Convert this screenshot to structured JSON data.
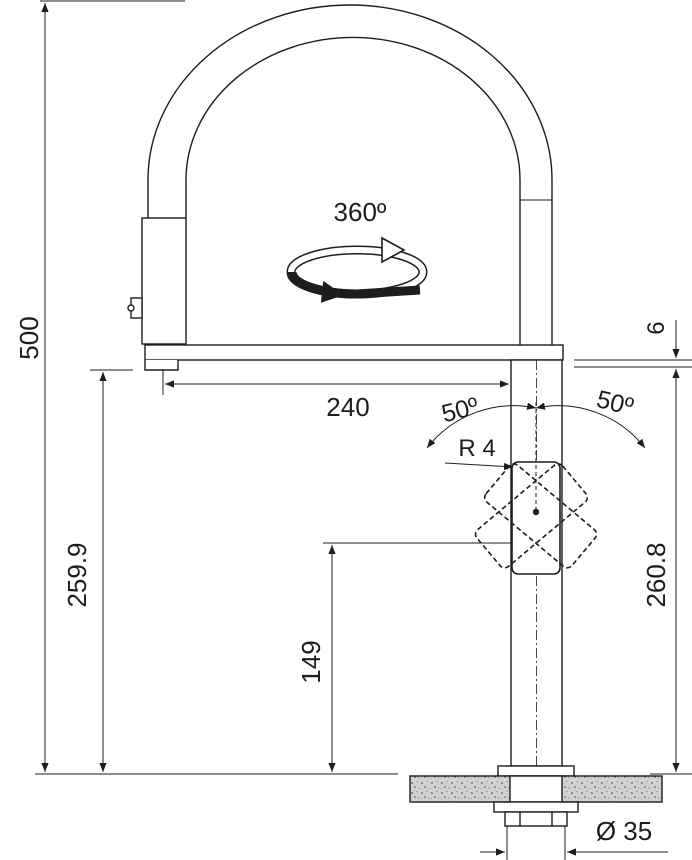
{
  "dimensions": {
    "total_height": "500",
    "spout_reach": "240",
    "spout_thickness": "6",
    "spout_clearance": "259.9",
    "lever_height": "149",
    "body_height": "260.8",
    "lever_radius": "R 4",
    "lever_angle_left": "50º",
    "lever_angle_right": "50º",
    "rotation": "360º",
    "hole_diameter": "Ø 35"
  },
  "colors": {
    "line": "#1d1d1b",
    "fill": "#ffffff",
    "granite": "#c8c8c8"
  }
}
